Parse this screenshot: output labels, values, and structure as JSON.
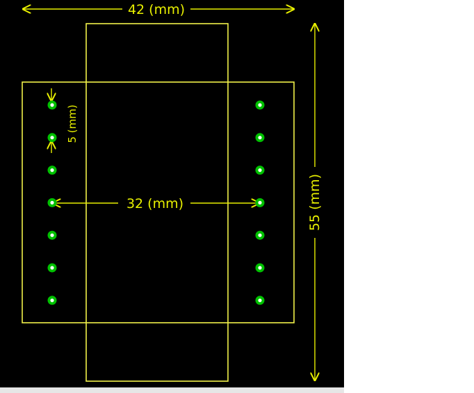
{
  "colors": {
    "background": "#000000",
    "outline": "#f2f24a",
    "dimension": "#e8f000",
    "pad_ring": "#00c000",
    "pad_hole": "#ffffff",
    "strip": "#e6e6e6"
  },
  "dimensions": {
    "width_label": "42 (mm)",
    "height_label": "55 (mm)",
    "pitch_label": "5 (mm)",
    "row_spacing_label": "32 (mm)"
  },
  "pads": {
    "rows": 7,
    "columns": 2
  }
}
